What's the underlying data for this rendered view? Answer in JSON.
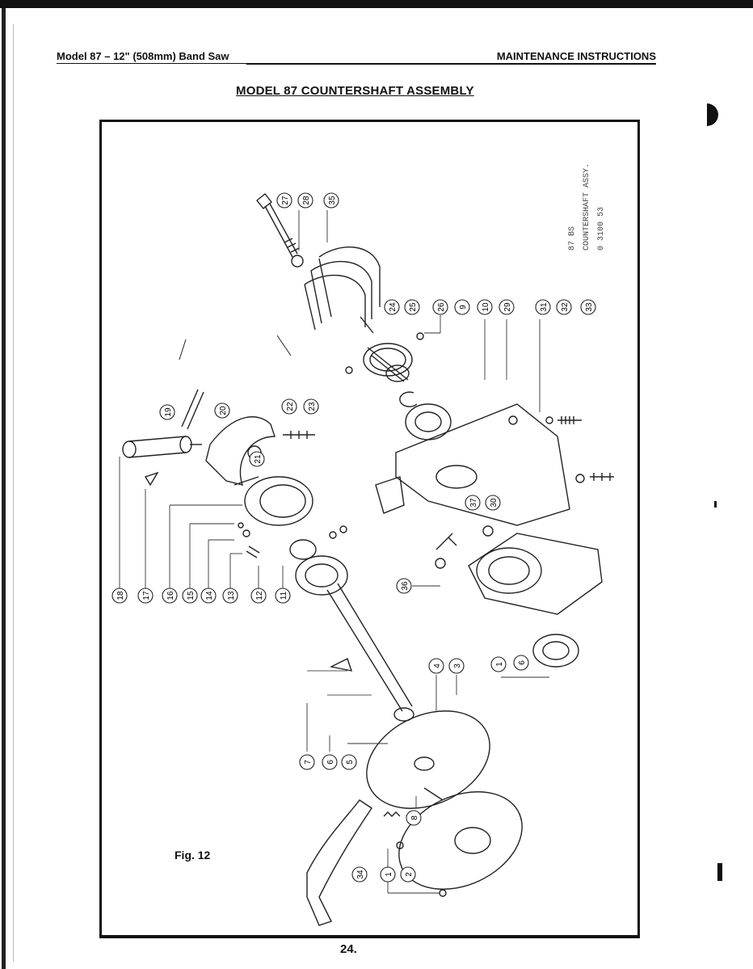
{
  "header": {
    "left": "Model 87 – 12\" (508mm) Band Saw",
    "right": "MAINTENANCE INSTRUCTIONS"
  },
  "title": "MODEL 87 COUNTERSHAFT ASSEMBLY",
  "figure": {
    "label": "Fig. 12",
    "drawing_note": [
      "87 BS",
      "COUNTERSHAFT ASSY.",
      "0 3100 53"
    ],
    "callouts": [
      "1",
      "2",
      "3",
      "4",
      "5",
      "6",
      "7",
      "8",
      "9",
      "10",
      "11",
      "12",
      "13",
      "14",
      "15",
      "16",
      "17",
      "18",
      "19",
      "20",
      "21",
      "22",
      "23",
      "24",
      "25",
      "26",
      "27",
      "28",
      "29",
      "30",
      "31",
      "32",
      "33",
      "34",
      "35",
      "36",
      "37"
    ]
  },
  "page_number": "24."
}
